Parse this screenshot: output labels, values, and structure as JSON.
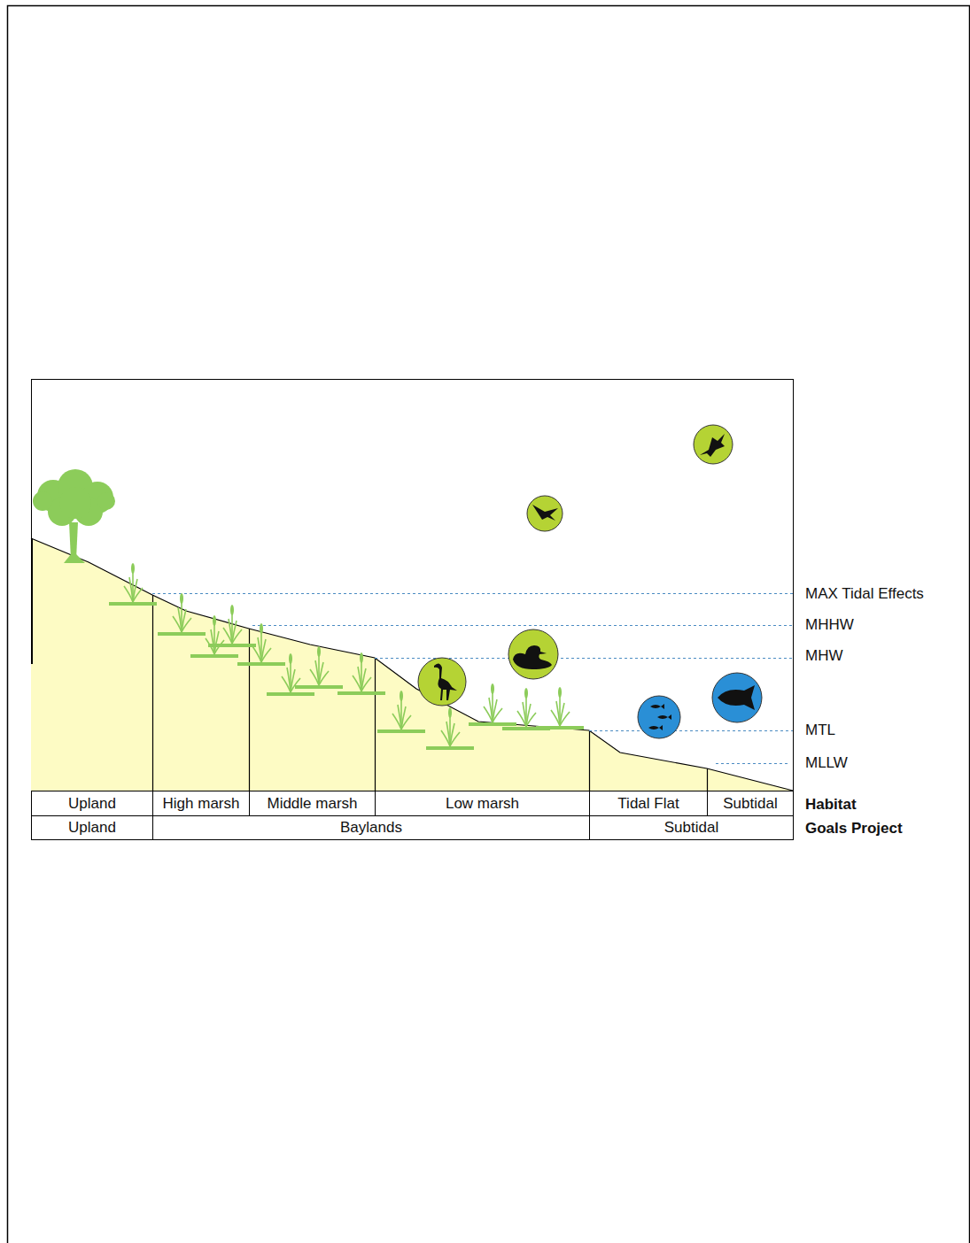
{
  "diagram": {
    "nodes": [
      {
        "text": [
          "Upland"
        ]
      },
      {
        "text": [
          "High marsh"
        ]
      },
      {
        "text": [
          "Middle marsh"
        ]
      },
      {
        "text": [
          "Low marsh"
        ]
      },
      {
        "text": [
          "Tidal Flat"
        ]
      },
      {
        "text": [
          "Subtidal"
        ]
      },
      {
        "text": [
          "Upland"
        ]
      },
      {
        "text": [
          "Baylands"
        ]
      },
      {
        "text": [
          "Subtidal"
        ]
      }
    ],
    "labels": [
      "MAX Tidal Effects",
      "MHHW",
      "MHW",
      "MTL",
      "MLLW",
      "Habitat",
      "Goals Project"
    ]
  }
}
